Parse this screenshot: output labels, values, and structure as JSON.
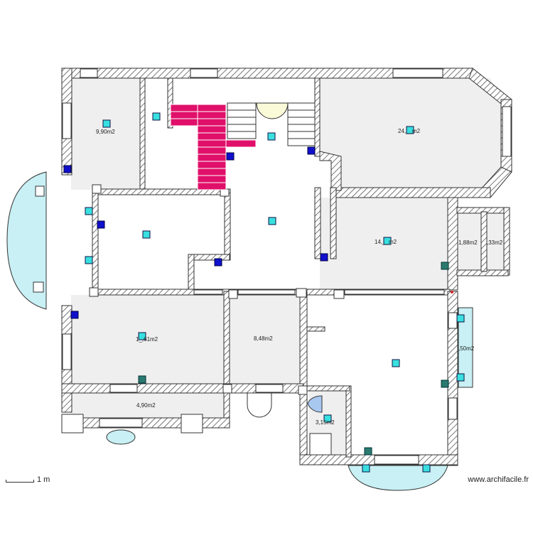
{
  "rooms": [
    {
      "label": "9,90m2"
    },
    {
      "label": "24,__m2"
    },
    {
      "label": "14,__m2"
    },
    {
      "label": "1,88m2"
    },
    {
      "label": ",33m2"
    },
    {
      "label": "1_,61m2"
    },
    {
      "label": "8,48m2"
    },
    {
      "label": ",50m2"
    },
    {
      "label": "4,90m2"
    },
    {
      "label": "3,15m2"
    }
  ],
  "scale": {
    "label": "1 m"
  },
  "watermark": {
    "text": "www.archifacile.fr"
  },
  "colors": {
    "wall_hatch": "#555555",
    "floor": "#efefef",
    "stair_red": "#e0106a",
    "marker_cyan": "#38e0e0",
    "marker_blue": "#1010cc",
    "marker_teal": "#2a7a70",
    "bay_window": "#c8f0f5",
    "door_fill": "#fafad8"
  }
}
